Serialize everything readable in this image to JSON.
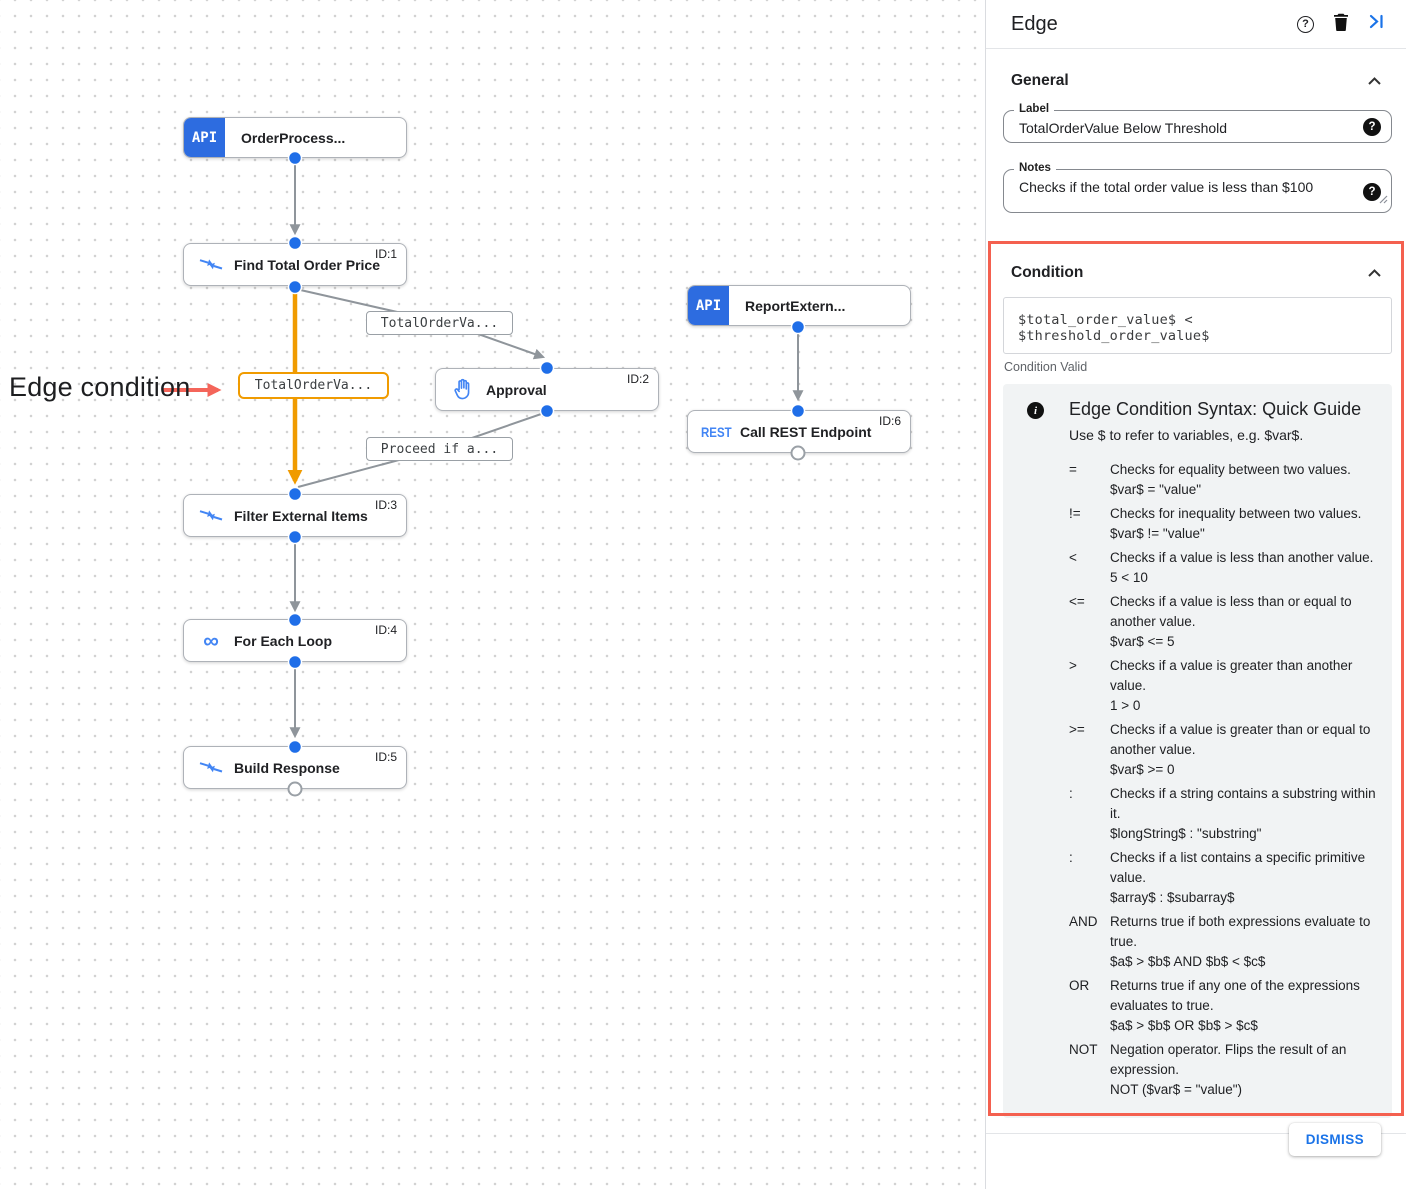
{
  "canvas": {
    "annotation": "Edge condition",
    "nodes": [
      {
        "title": "OrderProcess...",
        "badge": "API",
        "id_label": ""
      },
      {
        "title": "Find Total Order Price",
        "icon": "data-mapping-icon",
        "id_label": "ID:1"
      },
      {
        "title": "Approval",
        "icon": "hand-icon",
        "id_label": "ID:2"
      },
      {
        "title": "ReportExtern...",
        "badge": "API",
        "id_label": ""
      },
      {
        "title": "Call REST Endpoint",
        "icon": "rest-icon",
        "id_label": "ID:6"
      },
      {
        "title": "Filter External Items",
        "icon": "data-mapping-icon",
        "id_label": "ID:3"
      },
      {
        "title": "For Each Loop",
        "icon": "loop-icon",
        "id_label": "ID:4"
      },
      {
        "title": "Build Response",
        "icon": "data-mapping-icon",
        "id_label": "ID:5"
      }
    ],
    "edge_labels": [
      {
        "text": "TotalOrderVa...",
        "highlighted": false
      },
      {
        "text": "TotalOrderVa...",
        "highlighted": true
      },
      {
        "text": "Proceed if a...",
        "highlighted": false
      }
    ]
  },
  "panel": {
    "title": "Edge",
    "general": {
      "heading": "General",
      "label_field": {
        "label": "Label",
        "value": "TotalOrderValue Below Threshold"
      },
      "notes_field": {
        "label": "Notes",
        "value": "Checks if the total order value is less than $100"
      }
    },
    "condition": {
      "heading": "Condition",
      "expression": "$total_order_value$ < $threshold_order_value$",
      "status": "Condition Valid",
      "guide": {
        "title": "Edge Condition Syntax: Quick Guide",
        "intro": "Use $ to refer to variables, e.g. $var$.",
        "operators": [
          {
            "op": "=",
            "desc": "Checks for equality between two values.",
            "example": "$var$ = \"value\""
          },
          {
            "op": "!=",
            "desc": "Checks for inequality between two values.",
            "example": "$var$ != \"value\""
          },
          {
            "op": "<",
            "desc": "Checks if a value is less than another value.",
            "example": "5 < 10"
          },
          {
            "op": "<=",
            "desc": "Checks if a value is less than or equal to another value.",
            "example": "$var$ <= 5"
          },
          {
            "op": ">",
            "desc": "Checks if a value is greater than another value.",
            "example": "1 > 0"
          },
          {
            "op": ">=",
            "desc": "Checks if a value is greater than or equal to another value.",
            "example": "$var$ >= 0"
          },
          {
            "op": ":",
            "desc": "Checks if a string contains a substring within it.",
            "example": "$longString$ : \"substring\""
          },
          {
            "op": ":",
            "desc": "Checks if a list contains a specific primitive value.",
            "example": "$array$ : $subarray$"
          },
          {
            "op": "AND",
            "desc": "Returns true if both expressions evaluate to true.",
            "example": "$a$ > $b$ AND $b$ < $c$"
          },
          {
            "op": "OR",
            "desc": "Returns true if any one of the expressions evaluates to true.",
            "example": "$a$ > $b$ OR $b$ > $c$"
          },
          {
            "op": "NOT",
            "desc": "Negation operator. Flips the result of an expression.",
            "example": "NOT ($var$ = \"value\")"
          }
        ]
      }
    },
    "dismiss_label": "DISMISS"
  },
  "colors": {
    "accent_blue": "#1a73e8",
    "node_badge_blue": "#2d6ce0",
    "icon_blue": "#4285f4",
    "edge_orange": "#f09b00",
    "edge_gray": "#9aa0a6",
    "highlight_red": "#f4604f"
  }
}
